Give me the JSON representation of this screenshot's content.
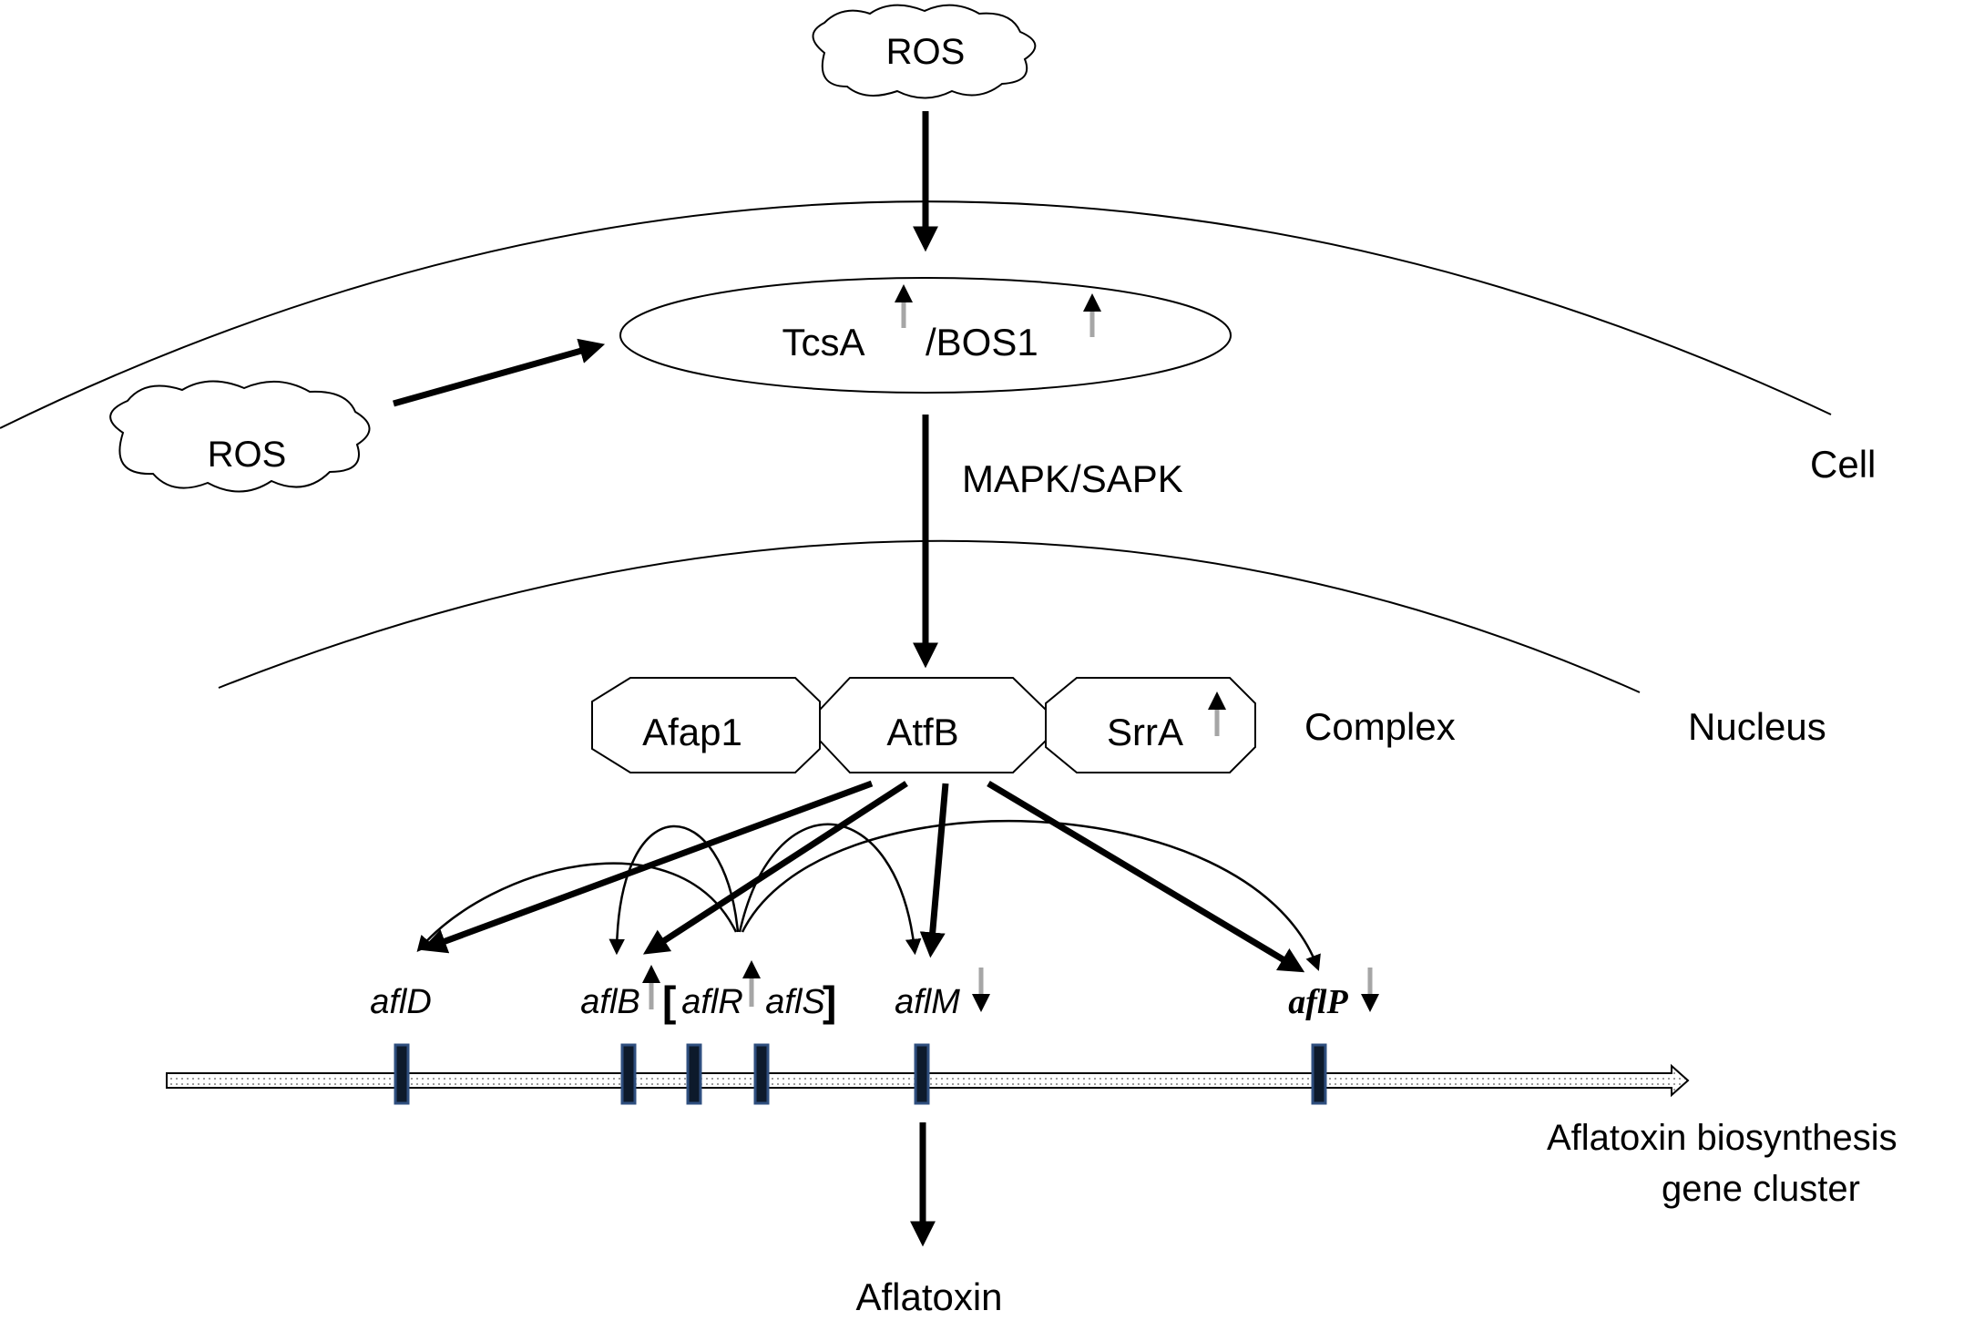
{
  "ros_top": "ROS",
  "ros_left": "ROS",
  "receptor": {
    "part1": "TcsA",
    "part2": "/BOS1"
  },
  "pathway": "MAPK/SAPK",
  "cell_label": "Cell",
  "nucleus_label": "Nucleus",
  "complex": {
    "label": "Complex",
    "afap1": "Afap1",
    "atfb": "AtfB",
    "srra": "SrrA"
  },
  "genes": {
    "afld": "aflD",
    "aflb": "aflB",
    "bracket_open": "[",
    "aflr": "aflR",
    "afls": "aflS",
    "bracket_close": "]",
    "aflm": "aflM",
    "aflp": "aflP"
  },
  "cluster_label": {
    "line1": "Aflatoxin biosynthesis",
    "line2": "gene cluster"
  },
  "product": "Aflatoxin",
  "colors": {
    "line": "#000000",
    "regulation_arrow": "#a6a6a6",
    "gene_marker_fill": "#0d1a2b",
    "gene_marker_stroke": "#2f4f7f"
  }
}
